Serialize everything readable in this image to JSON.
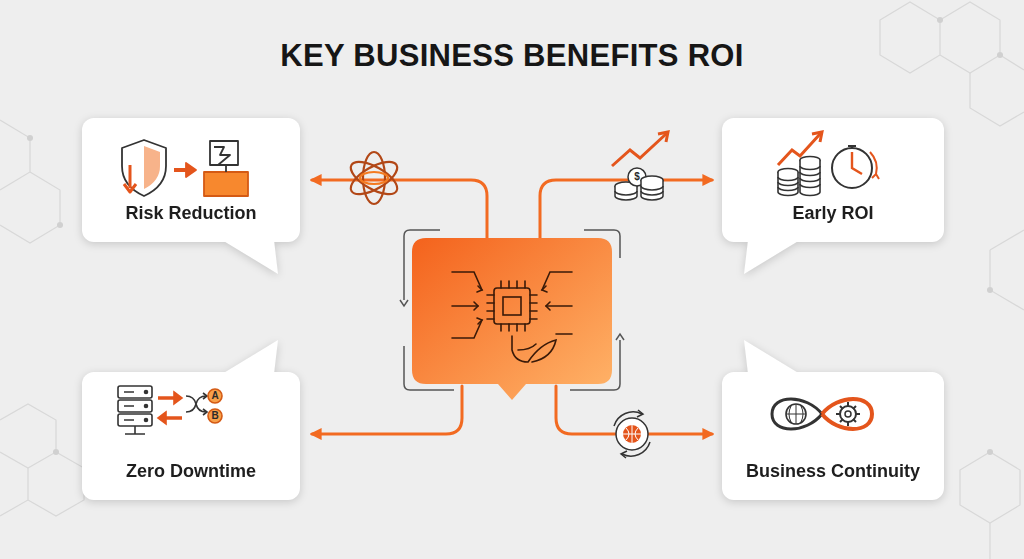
{
  "diagram": {
    "title": "KEY BUSINESS BENEFITS ROI",
    "nodes": [
      {
        "text": [
          "Risk Reduction"
        ]
      },
      {
        "text": [
          "Early ROI"
        ]
      },
      {
        "text": [
          "Zero Downtime"
        ]
      },
      {
        "text": [
          "Business Continuity"
        ]
      }
    ],
    "labels": [
      "A",
      "B",
      "$"
    ]
  }
}
